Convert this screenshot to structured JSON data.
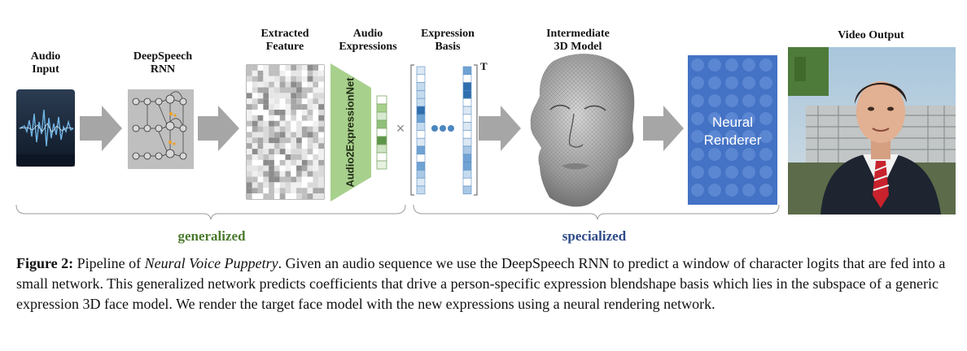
{
  "labels": {
    "audio_input": "Audio\nInput",
    "deepspeech": "DeepSpeech\nRNN",
    "extracted_feature": "Extracted\nFeature",
    "audio_expressions": "Audio\nExpressions",
    "expression_basis": "Expression\nBasis",
    "intermediate_model": "Intermediate\n3D Model",
    "video_output": "Video Output",
    "transpose": "T",
    "network_name": "Audio2ExpressionNet",
    "neural_renderer": "Neural\nRenderer",
    "multiply": "×"
  },
  "groups": {
    "generalized": "generalized",
    "specialized": "specialized"
  },
  "caption": {
    "figure_label": "Figure 2:",
    "text_before_title": " Pipeline of ",
    "title": "Neural Voice Puppetry",
    "text_after_title": ". Given an audio sequence we use the DeepSpeech RNN to predict a window of character logits that are fed into a small network. This generalized network predicts coefficients that drive a person-specific expression blendshape basis which lies in the subspace of a generic expression 3D face model. We render the target face model with the new expressions using a neural rendering network."
  },
  "colors": {
    "generalized": "#4a7a2e",
    "specialized": "#2e4a88",
    "network_green": "#a8d08d",
    "renderer_blue": "#4472c4",
    "arrow_gray": "#a6a6a6",
    "basis_blue": "#4a86c0"
  }
}
